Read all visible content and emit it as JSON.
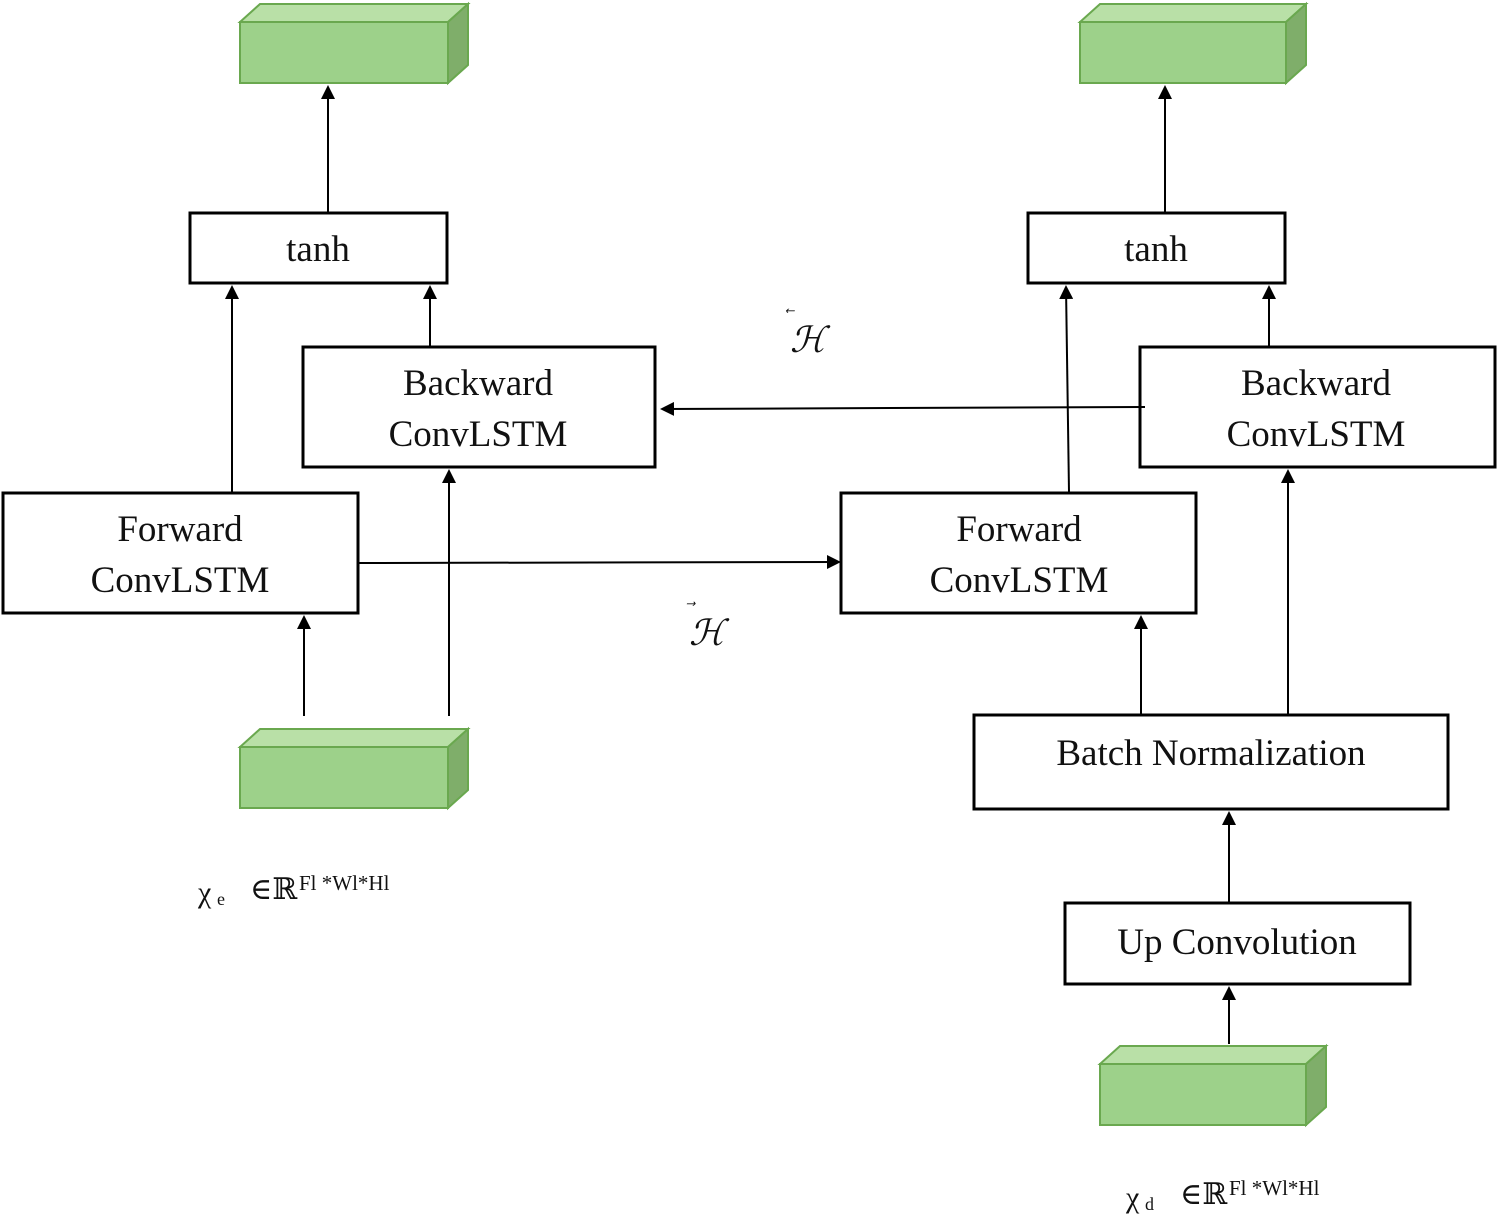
{
  "colors": {
    "cube_front": "#9dd18a",
    "cube_top": "#b9e0a7",
    "cube_side": "#7fae6a",
    "cube_edge": "#6aa84f",
    "line": "#000000"
  },
  "icons": [
    "input-tensor-cube",
    "output-tensor-cube",
    "arrow-head"
  ],
  "encoder": {
    "tanh": "tanh",
    "backward": [
      "Backward",
      "ConvLSTM"
    ],
    "forward": [
      "Forward",
      "ConvLSTM"
    ],
    "input_symbol": "χ",
    "input_subscript": "e",
    "formula_prefix": "∈ℝ",
    "formula_sup": "Fl *Wl*Hl"
  },
  "decoder": {
    "tanh": "tanh",
    "backward": [
      "Backward",
      "ConvLSTM"
    ],
    "forward": [
      "Forward",
      "ConvLSTM"
    ],
    "batch_norm": "Batch Normalization",
    "up_conv": "Up Convolution",
    "input_symbol": "χ",
    "input_subscript": "d",
    "formula_prefix": "∈ℝ",
    "formula_sup": "Fl *Wl*Hl"
  },
  "hidden_states": {
    "backward": "ℋ",
    "backward_arrow": "⃖",
    "forward": "ℋ",
    "forward_arrow": "⃗"
  }
}
